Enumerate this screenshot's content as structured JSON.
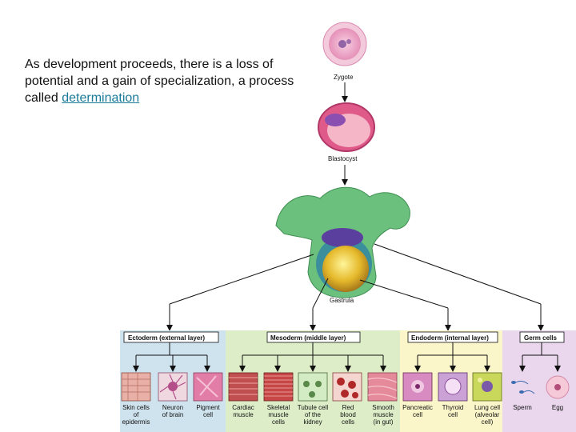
{
  "caption": {
    "text": "As development proceeds, there is a loss of potential and a gain of specialization, a process called ",
    "link": "determination"
  },
  "stages": {
    "zygote": "Zygote",
    "blastocyst": "Blastocyst",
    "gastrula": "Gastrula"
  },
  "layers": {
    "ectoderm": "Ectoderm (external layer)",
    "mesoderm": "Mesoderm (middle layer)",
    "endoderm": "Endoderm (internal layer)",
    "germ": "Germ cells"
  },
  "cells": [
    {
      "line1": "Skin cells",
      "line2": "of",
      "line3": "epidermis"
    },
    {
      "line1": "Neuron",
      "line2": "of brain",
      "line3": ""
    },
    {
      "line1": "Pigment",
      "line2": "cell",
      "line3": ""
    },
    {
      "line1": "Cardiac",
      "line2": "muscle",
      "line3": ""
    },
    {
      "line1": "Skeletal",
      "line2": "muscle",
      "line3": "cells"
    },
    {
      "line1": "Tubule cell",
      "line2": "of the",
      "line3": "kidney"
    },
    {
      "line1": "Red",
      "line2": "blood",
      "line3": "cells"
    },
    {
      "line1": "Smooth",
      "line2": "muscle",
      "line3": "(in gut)"
    },
    {
      "line1": "Pancreatic",
      "line2": "cell",
      "line3": ""
    },
    {
      "line1": "Thyroid",
      "line2": "cell",
      "line3": ""
    },
    {
      "line1": "Lung cell",
      "line2": "(alveolar",
      "line3": "cell)"
    },
    {
      "line1": "Sperm",
      "line2": "",
      "line3": ""
    },
    {
      "line1": "Egg",
      "line2": "",
      "line3": ""
    }
  ],
  "colors": {
    "ectoderm_bg": "#cfe3ee",
    "mesoderm_bg": "#dcedc8",
    "endoderm_bg": "#fbf6c9",
    "germ_bg": "#ead7ee",
    "link": "#1a7a9a"
  }
}
